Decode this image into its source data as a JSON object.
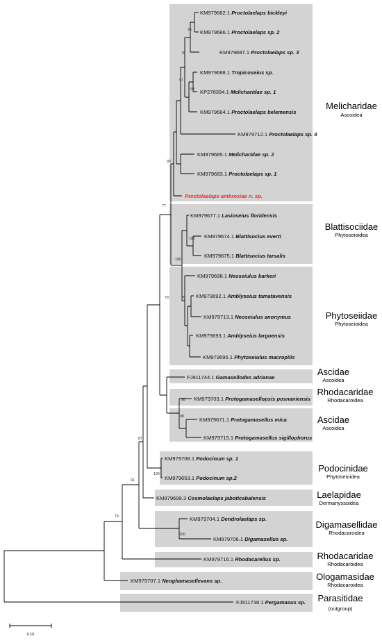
{
  "tips": [
    {
      "acc": "KM979682.1",
      "name": "Proctolaelaps bickleyi"
    },
    {
      "acc": "KM979686.1",
      "name": "Proctolaelaps sp. 2"
    },
    {
      "acc": "KM979687.1",
      "name": "Proctolaelaps sp. 3"
    },
    {
      "acc": "KM979688.1",
      "name": "Tropicoseius sp."
    },
    {
      "acc": "KP276394.1",
      "name": "Melicharidae sp. 1"
    },
    {
      "acc": "KM979684.1",
      "name": "Proctolaelaps belemensis"
    },
    {
      "acc": "KM979712.1",
      "name": "Proctolaelaps sp. 4"
    },
    {
      "acc": "KM979685.1",
      "name": "Melicharidae sp. 2"
    },
    {
      "acc": "KM979683.1",
      "name": "Proctolaelaps sp. 1"
    },
    {
      "acc": "",
      "name": "Proctolaelaps ambrosiae n. sp."
    },
    {
      "acc": "KM979677.1",
      "name": "Lasioseius floridensis"
    },
    {
      "acc": "KM979674.1",
      "name": "Blattisocius everti"
    },
    {
      "acc": "KM979675.1",
      "name": "Blattisocius tarsalis"
    },
    {
      "acc": "KM979698.1",
      "name": "Neoseiulus barkeri"
    },
    {
      "acc": "KM979692.1",
      "name": "Amblyseius tamatavensis"
    },
    {
      "acc": "KM979713.1",
      "name": "Neoseiulus anonymus"
    },
    {
      "acc": "KM979693.1",
      "name": "Amblyseius largoensis"
    },
    {
      "acc": "KM979695.1",
      "name": "Phytoseiulus macropilis"
    },
    {
      "acc": "FJ911744.1",
      "name": "Gamasellodes adrianae"
    },
    {
      "acc": "KM979703.1",
      "name": "Protogamasellopsis posnaniensis"
    },
    {
      "acc": "KM979671.1",
      "name": "Protogamasellus mica"
    },
    {
      "acc": "KM979715.1",
      "name": "Protogamasellus sigillophorus"
    },
    {
      "acc": "KM979708.1",
      "name": "Podocinum sp. 1"
    },
    {
      "acc": "KM979653.1",
      "name": "Podocinum sp.2"
    },
    {
      "acc": "KM979699.3",
      "name": "Cosmolaelaps jaboticabalensis"
    },
    {
      "acc": "KM979704.1",
      "name": "Dendrolaelaps sp."
    },
    {
      "acc": "KM979706.1",
      "name": "Digamasellus sp."
    },
    {
      "acc": "KM979716.1",
      "name": "Rhodacarellus sp."
    },
    {
      "acc": "KM979707.1",
      "name": "Neoghamasellevans sp."
    },
    {
      "acc": "FJ911738.1",
      "name": "Pergamasus sp."
    }
  ],
  "support": [
    "95",
    "78",
    "97",
    "99",
    "93",
    "77",
    "100",
    "100",
    "76",
    "79",
    "98",
    "99",
    "87",
    "100",
    "91",
    "100",
    "79"
  ],
  "families": [
    {
      "name": "Melicharidae",
      "sub": "Ascoidea"
    },
    {
      "name": "Blattisociidae",
      "sub": "Phytoseioidea"
    },
    {
      "name": "Phytoseiidae",
      "sub": "Phytoseioidea"
    },
    {
      "name": "Ascidae",
      "sub": "Ascoidea"
    },
    {
      "name": "Rhodacaridae",
      "sub": "Rhodacaroidea"
    },
    {
      "name": "Ascidae",
      "sub": "Ascoidea"
    },
    {
      "name": "Podocinidae",
      "sub": "Phytoseioidea"
    },
    {
      "name": "Laelapidae",
      "sub": "Dermanyssoidea"
    },
    {
      "name": "Digamasellidae",
      "sub": "Rhodacaroidea"
    },
    {
      "name": "Rhodacaridae",
      "sub": "Rhodacaroidea"
    },
    {
      "name": "Ologamasidae",
      "sub": "Rhodacaroidea"
    },
    {
      "name": "Parasitidae",
      "sub": "(outgroup)"
    }
  ],
  "scale": {
    "label": "0.10"
  },
  "colors": {
    "box": "#d3d3d3",
    "branch": "#000000",
    "highlight": "#e8302c"
  }
}
